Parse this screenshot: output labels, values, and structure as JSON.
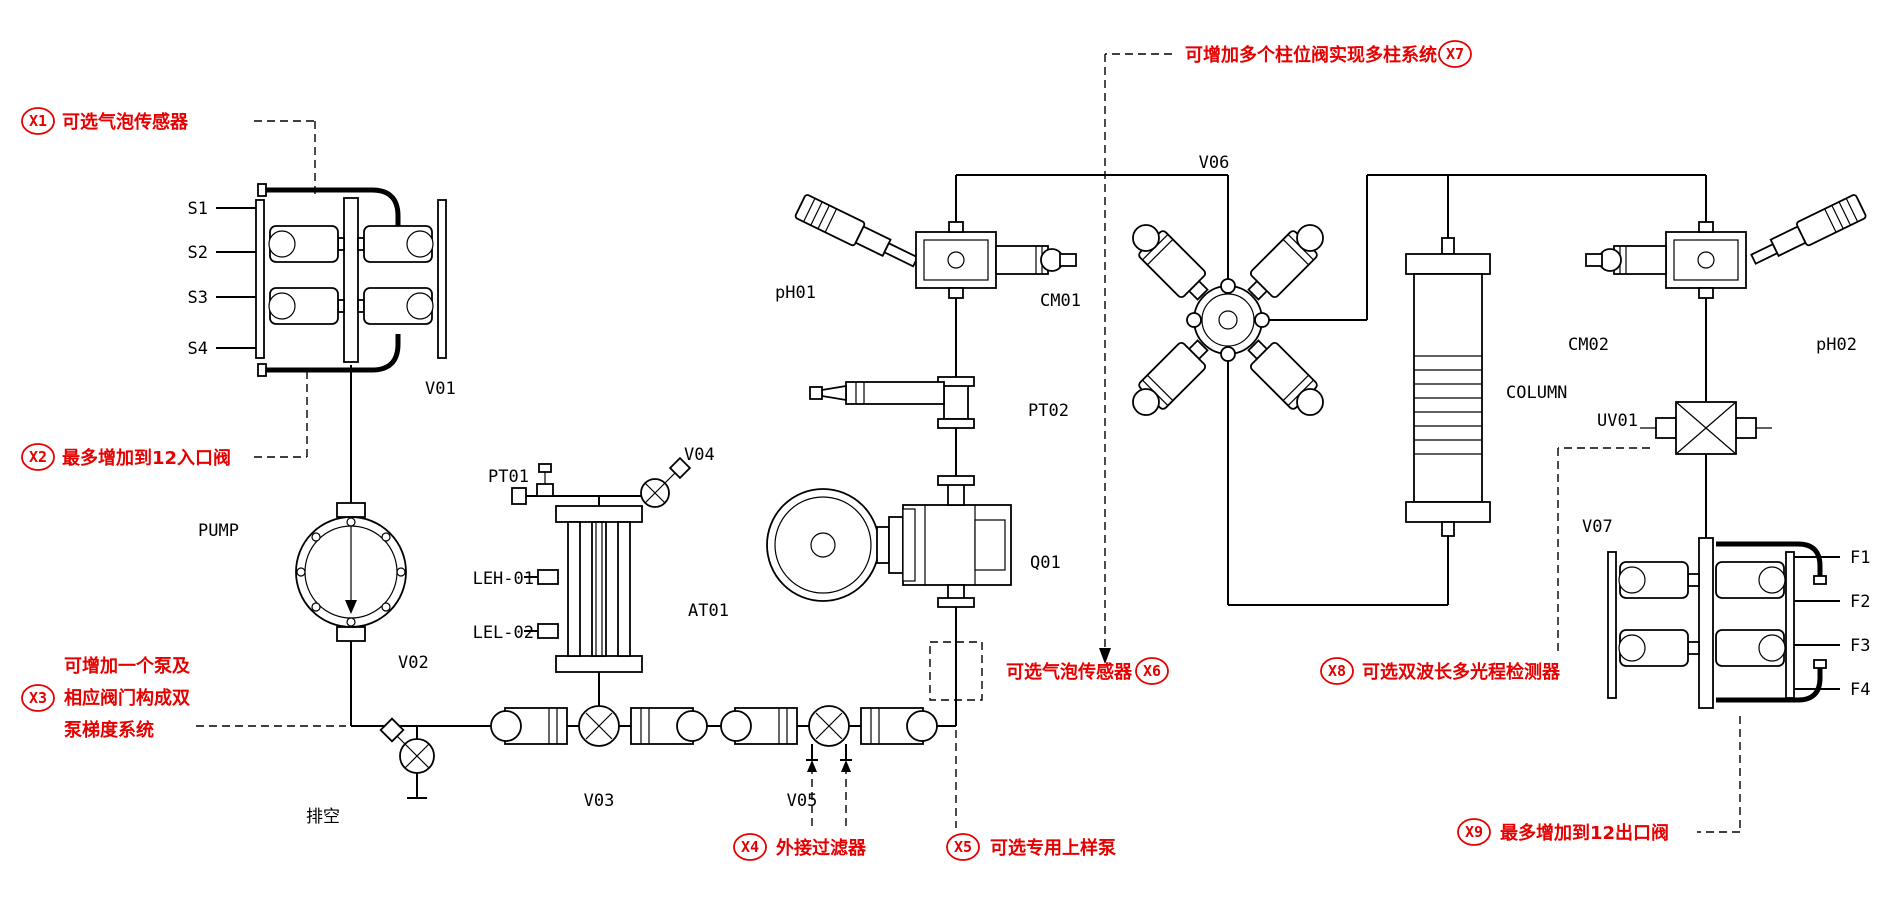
{
  "colors": {
    "annotation": "#e60000",
    "line": "#000000",
    "background": "#ffffff"
  },
  "annotations": {
    "x1": {
      "id": "X1",
      "text": "可选气泡传感器"
    },
    "x2": {
      "id": "X2",
      "text": "最多增加到12入口阀"
    },
    "x3": {
      "id": "X3",
      "line1": "可增加一个泵及",
      "line2": "相应阀门构成双",
      "line3": "泵梯度系统"
    },
    "x4": {
      "id": "X4",
      "text": "外接过滤器"
    },
    "x5": {
      "id": "X5",
      "text": "可选专用上样泵"
    },
    "x6": {
      "id": "X6",
      "text": "可选气泡传感器"
    },
    "x7": {
      "id": "X7",
      "text": "可增加多个柱位阀实现多柱系统"
    },
    "x8": {
      "id": "X8",
      "text": "可选双波长多光程检测器"
    },
    "x9": {
      "id": "X9",
      "text": "最多增加到12出口阀"
    }
  },
  "labels": {
    "s1": "S1",
    "s2": "S2",
    "s3": "S3",
    "s4": "S4",
    "f1": "F1",
    "f2": "F2",
    "f3": "F3",
    "f4": "F4",
    "v01": "V01",
    "v02": "V02",
    "v03": "V03",
    "v04": "V04",
    "v05": "V05",
    "v06": "V06",
    "v07": "V07",
    "pump": "PUMP",
    "drain": "排空",
    "pt01": "PT01",
    "pt02": "PT02",
    "leh01": "LEH-01",
    "lel02": "LEL-02",
    "at01": "AT01",
    "ph01": "pH01",
    "ph02": "pH02",
    "cm01": "CM01",
    "cm02": "CM02",
    "q01": "Q01",
    "uv01": "UV01",
    "column": "COLUMN"
  }
}
